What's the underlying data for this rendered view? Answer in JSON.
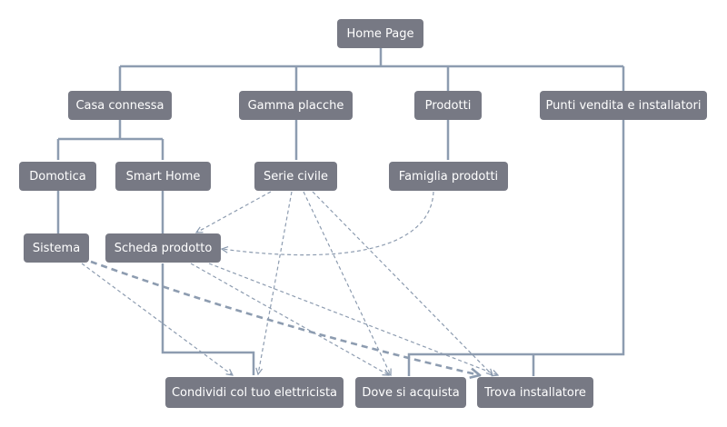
{
  "nodes": {
    "home": "Home Page",
    "casa": "Casa connessa",
    "gamma": "Gamma placche",
    "prodotti": "Prodotti",
    "punti": "Punti vendita e installatori",
    "domotica": "Domotica",
    "smart": "Smart Home",
    "serie": "Serie civile",
    "famiglia": "Famiglia prodotti",
    "sistema": "Sistema",
    "scheda": "Scheda prodotto",
    "condividi": "Condividi col tuo elettricista",
    "dove": "Dove si acquista",
    "trova": "Trova installatore"
  },
  "colors": {
    "node_fill": "#777984",
    "node_text": "#ffffff",
    "connector": "#8d9cb0"
  }
}
